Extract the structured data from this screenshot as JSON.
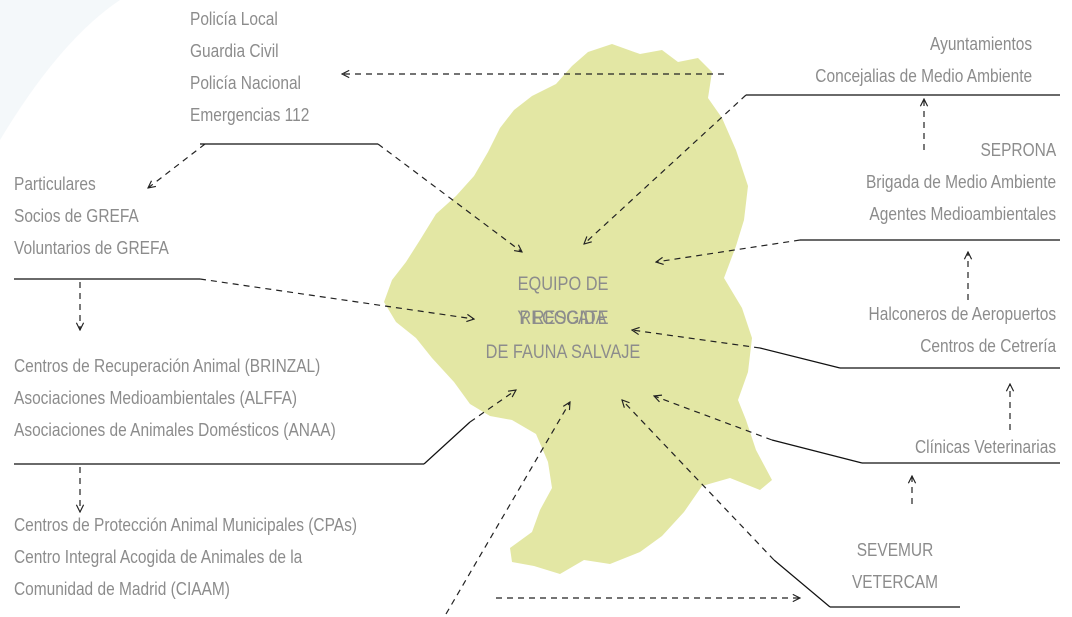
{
  "center": {
    "line1": "EQUIPO DE RECOGIDA",
    "line2": "Y RESCATE",
    "line3": "DE FAUNA SALVAJE"
  },
  "police": {
    "line1": "Policía Local",
    "line2": "Guardia Civil",
    "line3": "Policía Nacional",
    "line4": "Emergencias 112"
  },
  "citizens": {
    "line1": "Particulares",
    "line2": "Socios de GREFA",
    "line3": "Voluntarios de GREFA"
  },
  "recovery_centers": {
    "line1": "Centros de Recuperación Animal (BRINZAL)",
    "line2": "Asociaciones Medioambientales (ALFFA)",
    "line3": "Asociaciones de Animales Domésticos (ANAA)"
  },
  "protection_centers": {
    "line1": "Centros de Protección Animal Municipales (CPAs)",
    "line2": "Centro Integral Acogida de Animales de la",
    "line3": "Comunidad de Madrid (CIAAM)"
  },
  "municipal": {
    "line1": "Ayuntamientos",
    "line2": "Concejalias de Medio Ambiente"
  },
  "environment_agents": {
    "line1": "SEPRONA",
    "line2": "Brigada de Medio Ambiente",
    "line3": "Agentes Medioambientales"
  },
  "falconers": {
    "line1": "Halconeros de Aeropuertos",
    "line2": "Centros de Cetrería"
  },
  "vets": {
    "line1": "Clínicas Veterinarias"
  },
  "emergency_vets": {
    "line1": "SEVEMUR",
    "line2": "VETERCAM"
  },
  "colors": {
    "map_fill": "#e3e7a4",
    "text": "#8c8c8c",
    "line": "#000000"
  }
}
